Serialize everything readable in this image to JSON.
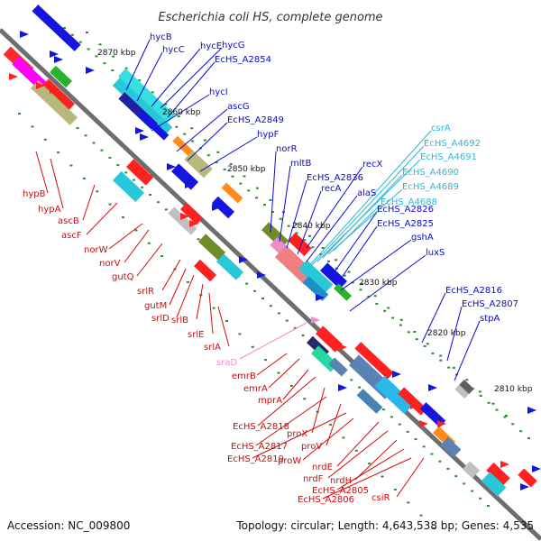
{
  "title": "Escherichia coli HS, complete genome",
  "footer": {
    "accession": "Accession: NC_009800",
    "summary": "Topology: circular; Length: 4,643,538 bp; Genes: 4,535"
  },
  "colors": {
    "forward_label": "#0a0ad2",
    "reverse_label": "#d20a0a",
    "rna_label": "#2ab8d8",
    "srna_label": "#f08cc8",
    "backbone": "#6e6e6e"
  },
  "kbp_marks": [
    {
      "label": "2870 kbp"
    },
    {
      "label": "2860 kbp"
    },
    {
      "label": "2850 kbp"
    },
    {
      "label": "2840 kbp"
    },
    {
      "label": "2830 kbp"
    },
    {
      "label": "2820 kbp"
    },
    {
      "label": "2810 kbp"
    }
  ],
  "labels_forward": [
    "hycB",
    "hycC",
    "hycE",
    "hycG",
    "EcHS_A2854",
    "hycI",
    "ascG",
    "EcHS_A2849",
    "hypF",
    "norR",
    "mltB",
    "EcHS_A2836",
    "recX",
    "recA",
    "alaS",
    "EcHS_A2826",
    "EcHS_A2825",
    "gshA",
    "luxS",
    "EcHS_A2816",
    "EcHS_A2807",
    "stpA"
  ],
  "labels_rna": [
    "csrA",
    "EcHS_A4692",
    "EcHS_A4691",
    "EcHS_A4690",
    "EcHS_A4689",
    "EcHS_A4688"
  ],
  "labels_reverse": [
    "hypB",
    "hypA",
    "ascB",
    "ascF",
    "norW",
    "norV",
    "gutQ",
    "srlR",
    "gutM",
    "srlD",
    "srlB",
    "srlE",
    "srlA",
    "emrB",
    "emrA",
    "mprA",
    "EcHS_A2818",
    "proX",
    "EcHS_A2817",
    "proV",
    "EcHS_A2819",
    "proW",
    "nrdE",
    "nrdF",
    "nrdH",
    "EcHS_A2805",
    "EcHS_A2806",
    "csiR"
  ],
  "labels_srna": [
    "sraD"
  ]
}
